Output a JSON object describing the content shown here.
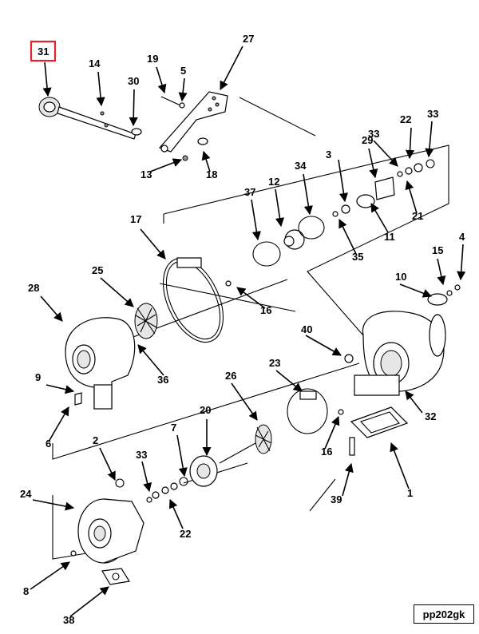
{
  "diagram": {
    "reference_code": "pp202gk",
    "highlighted_callout": "31",
    "highlight_color": "#e8202a",
    "callouts": [
      "31",
      "14",
      "30",
      "19",
      "5",
      "27",
      "13",
      "18",
      "37",
      "12",
      "34",
      "3",
      "29",
      "33",
      "22",
      "33",
      "21",
      "11",
      "35",
      "17",
      "4",
      "15",
      "10",
      "16",
      "25",
      "28",
      "36",
      "40",
      "9",
      "6",
      "23",
      "26",
      "20",
      "7",
      "33",
      "2",
      "24",
      "16",
      "32",
      "1",
      "8",
      "39",
      "22",
      "38"
    ]
  }
}
